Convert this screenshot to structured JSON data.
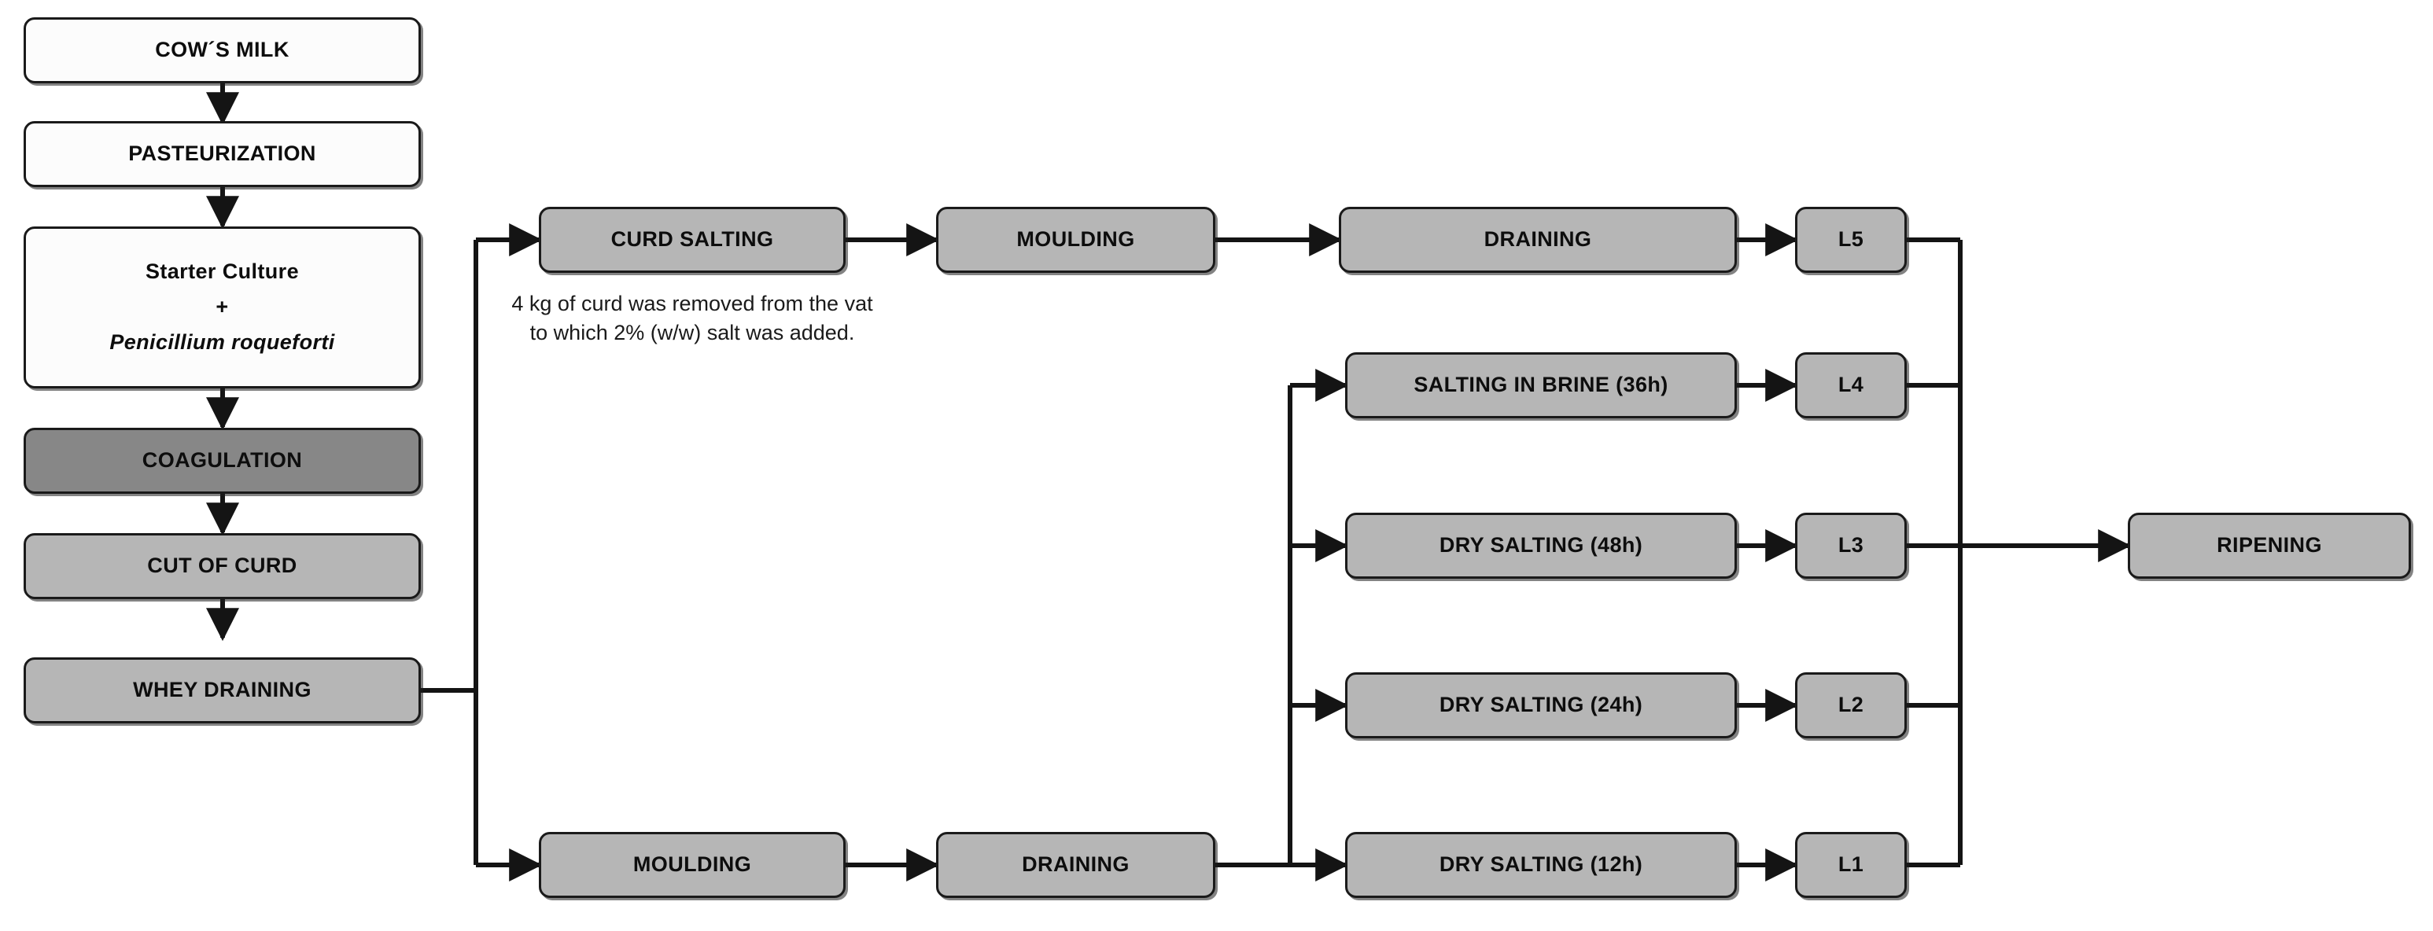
{
  "diagram": {
    "title": "Cow's milk blue cheese manufacture flow diagram",
    "colors": {
      "box_white": "#fcfcfc",
      "box_light_gray": "#b6b6b6",
      "box_dark_gray": "#878787",
      "stroke": "#1a1a1a",
      "background": "#ffffff"
    }
  },
  "nodes": {
    "cows_milk": {
      "label": "COW´S MILK",
      "fill": "white"
    },
    "pasteurization": {
      "label": "PASTEURIZATION",
      "fill": "white"
    },
    "culture_line1": {
      "label": "Starter Culture",
      "fill": "white"
    },
    "culture_plus": {
      "label": "+",
      "fill": "white"
    },
    "culture_line2": {
      "label": "Penicillium roqueforti",
      "fill": "white"
    },
    "coagulation": {
      "label": "COAGULATION",
      "fill": "dark"
    },
    "cut_of_curd": {
      "label": "CUT OF CURD",
      "fill": "light"
    },
    "whey_draining": {
      "label": "WHEY DRAINING",
      "fill": "light"
    },
    "curd_salting": {
      "label": "CURD SALTING",
      "fill": "light"
    },
    "moulding_top": {
      "label": "MOULDING",
      "fill": "light"
    },
    "draining_top": {
      "label": "DRAINING",
      "fill": "light"
    },
    "l5": {
      "label": "L5",
      "fill": "light"
    },
    "salting_brine_36": {
      "label": "SALTING IN BRINE (36h)",
      "fill": "light"
    },
    "l4": {
      "label": "L4",
      "fill": "light"
    },
    "dry_salting_48": {
      "label": "DRY SALTING (48h)",
      "fill": "light"
    },
    "l3": {
      "label": "L3",
      "fill": "light"
    },
    "dry_salting_24": {
      "label": "DRY SALTING (24h)",
      "fill": "light"
    },
    "l2": {
      "label": "L2",
      "fill": "light"
    },
    "dry_salting_12": {
      "label": "DRY SALTING (12h)",
      "fill": "light"
    },
    "l1": {
      "label": "L1",
      "fill": "light"
    },
    "moulding_bottom": {
      "label": "MOULDING",
      "fill": "light"
    },
    "draining_bottom": {
      "label": "DRAINING",
      "fill": "light"
    },
    "ripening": {
      "label": "RIPENING",
      "fill": "light"
    }
  },
  "annotations": {
    "curd_salting_note": "4 kg of curd was removed from the vat to which 2% (w/w) salt was added."
  }
}
